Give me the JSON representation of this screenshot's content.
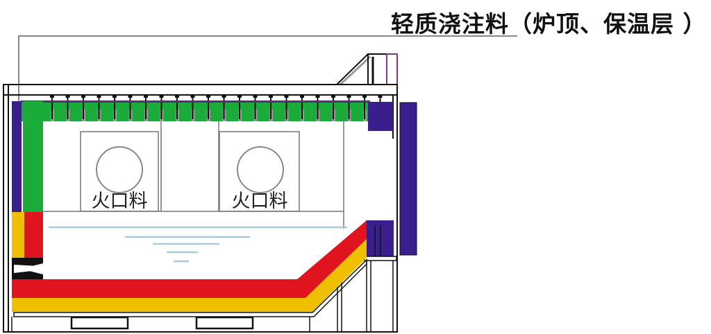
{
  "title": "轻质浇注料（炉顶、保温层 ）",
  "burner_labels": [
    "火口料",
    "火口料"
  ],
  "colors": {
    "lightweight_castable": "#1aab3a",
    "insulation_purple": "#3a1f8c",
    "red_layer": "#e0141e",
    "yellow_layer": "#f0c000",
    "liquid_line": "#a9cbd8"
  },
  "anchor_count": 22
}
